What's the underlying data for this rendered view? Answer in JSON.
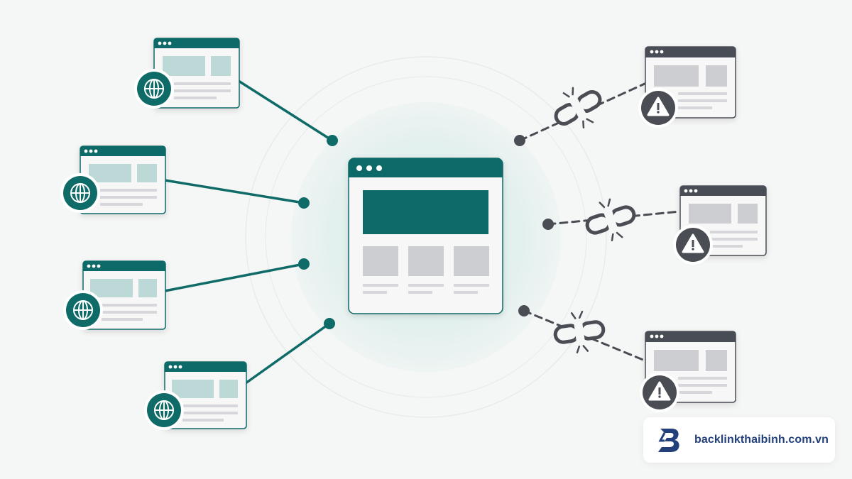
{
  "brand": {
    "text": "backlinkthaibinh.com.vn",
    "color": "#23407a"
  },
  "colors": {
    "teal": "#0f6b67",
    "teal_light": "#bcd9d7",
    "dark": "#4a4d54",
    "gray_block": "#cdced1",
    "gray_line": "#d6d7da",
    "window_bg": "#f7f7f8"
  },
  "diagram": {
    "center": {
      "name": "main-website",
      "icon": "browser-window"
    },
    "linked_sites": [
      {
        "name": "healthy-site-1",
        "icon": "globe-icon",
        "link": "active"
      },
      {
        "name": "healthy-site-2",
        "icon": "globe-icon",
        "link": "active"
      },
      {
        "name": "healthy-site-3",
        "icon": "globe-icon",
        "link": "active"
      },
      {
        "name": "healthy-site-4",
        "icon": "globe-icon",
        "link": "active"
      }
    ],
    "broken_sites": [
      {
        "name": "broken-site-1",
        "icon": "warning-icon",
        "link": "broken-link-icon"
      },
      {
        "name": "broken-site-2",
        "icon": "warning-icon",
        "link": "broken-link-icon"
      },
      {
        "name": "broken-site-3",
        "icon": "warning-icon",
        "link": "broken-link-icon"
      }
    ]
  }
}
